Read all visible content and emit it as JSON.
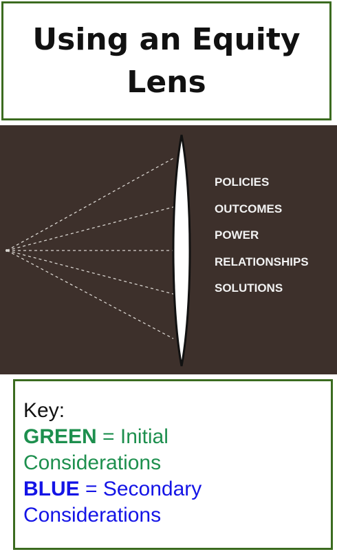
{
  "title": {
    "line1": "Using an Equity",
    "line2": "Lens"
  },
  "lens": {
    "items": [
      "POLICIES",
      "OUTCOMES",
      "POWER",
      "RELATIONSHIPS",
      "SOLUTIONS"
    ],
    "colors": {
      "background": "#3d302b",
      "text": "#f2f2f2",
      "lens_fill": "#ffffff",
      "rays": "#d8d4cf"
    }
  },
  "key": {
    "title": "Key:",
    "green_label": "GREEN",
    "green_desc_1": " = Initial",
    "green_desc_2": "Considerations",
    "blue_label": "BLUE",
    "blue_desc_1": " = Secondary",
    "blue_desc_2": "Considerations",
    "colors": {
      "green": "#1d8f4e",
      "blue": "#1414e6",
      "border": "#3b6b1f"
    }
  }
}
